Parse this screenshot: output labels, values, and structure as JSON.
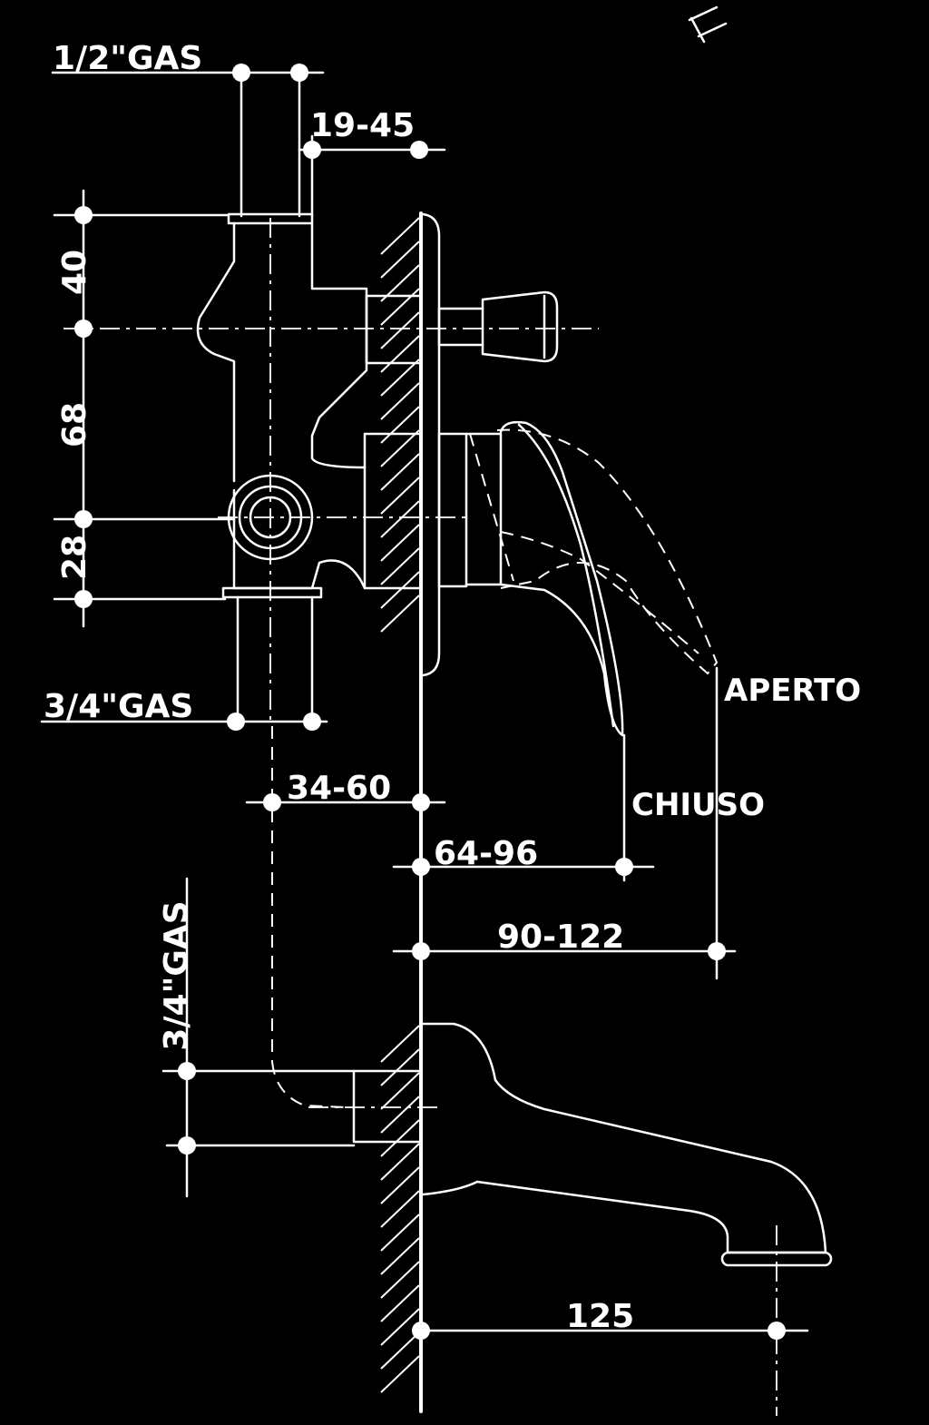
{
  "dimensions": {
    "top_inlet": "1/2\"GAS",
    "offset_top": "19-45",
    "height_40": "40",
    "height_68": "68",
    "height_28": "28",
    "bottom_inlet": "3/4\"GAS",
    "offset_body": "34-60",
    "lever_closed": "64-96",
    "lever_open": "90-122",
    "spout_inlet": "3/4\"GAS",
    "spout_length": "125"
  },
  "states": {
    "open": "APERTO",
    "closed": "CHIUSO"
  },
  "colors": {
    "background": "#000000",
    "lines": "#ffffff"
  }
}
